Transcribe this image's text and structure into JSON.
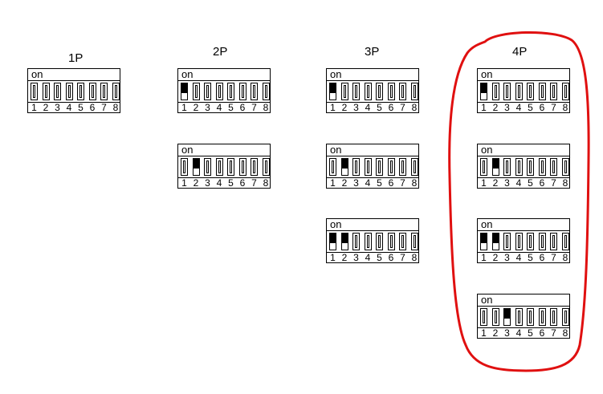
{
  "columns": [
    {
      "title": "1P",
      "switches": [
        []
      ]
    },
    {
      "title": "2P",
      "switches": [
        [
          1
        ],
        [
          2
        ]
      ]
    },
    {
      "title": "3P",
      "switches": [
        [
          1
        ],
        [
          2
        ],
        [
          1,
          2
        ]
      ]
    },
    {
      "title": "4P",
      "switches": [
        [
          1
        ],
        [
          2
        ],
        [
          1,
          2
        ],
        [
          3
        ]
      ]
    }
  ],
  "on_label": "on",
  "switch_numbers": [
    "1",
    "2",
    "3",
    "4",
    "5",
    "6",
    "7",
    "8"
  ],
  "highlight_color": "#e01010"
}
